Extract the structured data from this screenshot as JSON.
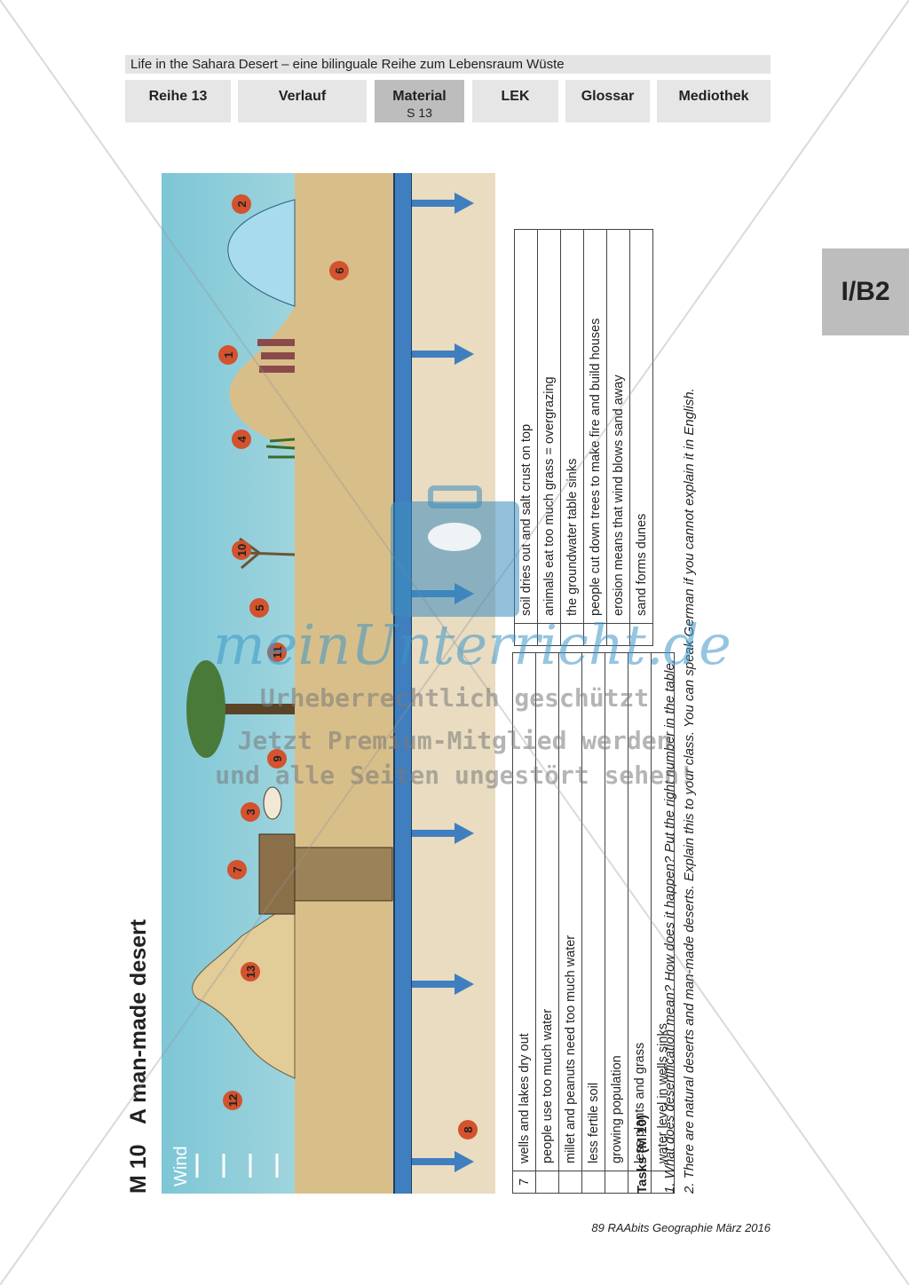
{
  "header": {
    "title": "Life in the Sahara Desert – eine bilinguale Reihe zum Lebensraum Wüste",
    "tabs": [
      {
        "label": "Reihe 13",
        "sub": ""
      },
      {
        "label": "Verlauf",
        "sub": ""
      },
      {
        "label": "Material",
        "sub": "S 13"
      },
      {
        "label": "LEK",
        "sub": ""
      },
      {
        "label": "Glossar",
        "sub": ""
      },
      {
        "label": "Mediothek",
        "sub": ""
      }
    ],
    "section_tab": "I/B2"
  },
  "material": {
    "number": "M 10",
    "title": "A man-made desert"
  },
  "illustration": {
    "wind_label": "Wind",
    "markers": [
      "12",
      "13",
      "7",
      "3",
      "9",
      "11",
      "5",
      "10",
      "4",
      "1",
      "6",
      "2",
      "8"
    ]
  },
  "table_left": {
    "rows": [
      {
        "num": "7",
        "text": "wells and lakes dry out"
      },
      {
        "num": "",
        "text": "people use too much water"
      },
      {
        "num": "",
        "text": "millet and peanuts need too much water"
      },
      {
        "num": "",
        "text": "less fertile soil"
      },
      {
        "num": "",
        "text": "growing population"
      },
      {
        "num": "",
        "text": "less plants and grass"
      },
      {
        "num": "",
        "text": "water level in wells sinks"
      }
    ]
  },
  "table_right": {
    "rows": [
      {
        "num": "",
        "text": "soil dries out and salt crust on top"
      },
      {
        "num": "",
        "text": "animals eat too much grass = overgrazing"
      },
      {
        "num": "",
        "text": "the groundwater table sinks"
      },
      {
        "num": "",
        "text": "people cut down trees to make fire and build houses"
      },
      {
        "num": "",
        "text": "erosion means that wind blows sand away"
      },
      {
        "num": "",
        "text": "sand forms dunes"
      }
    ]
  },
  "tasks": {
    "heading": "Tasks (M 10)",
    "items": [
      "1. What does desertification mean? How does it happen? Put the right number in the table.",
      "2. There are natural deserts and man-made deserts. Explain this to your class. You can speak German if you cannot explain it in English."
    ]
  },
  "footer": "89 RAAbits Geographie März 2016",
  "watermark": {
    "brand": "meinUnterricht.de",
    "line1": "Urheberrechtlich geschützt",
    "line2": "Jetzt Premium-Mitglied werden",
    "line3": "und alle Seiten ungestört sehen!"
  }
}
